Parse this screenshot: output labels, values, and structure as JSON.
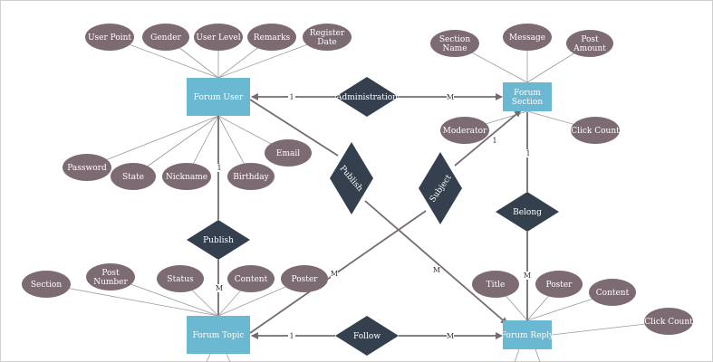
{
  "colors": {
    "entity": "#6bb8d2",
    "relationship": "#34404d",
    "attribute": "#7d6b74",
    "connector": "#9a9a9a",
    "relationship_line": "#756a72"
  },
  "entities": {
    "forum_user": [
      "Forum User"
    ],
    "forum_section": [
      "Forum",
      "Section"
    ],
    "forum_topic": [
      "Forum Topic"
    ],
    "forum_reply": [
      "Forum Reply"
    ]
  },
  "relationships": {
    "administration": "Administration",
    "publish_left": "Publish",
    "publish_diag": "Publish",
    "subject": "Subject",
    "belong": "Belong",
    "follow": "Follow"
  },
  "attributes": {
    "user_point": [
      "User Point"
    ],
    "gender": [
      "Gender"
    ],
    "user_level": [
      "User Level"
    ],
    "remarks": [
      "Remarks"
    ],
    "register_date": [
      "Register",
      "Date"
    ],
    "password": [
      "Password"
    ],
    "state": [
      "State"
    ],
    "nickname": [
      "Nickname"
    ],
    "birthday": [
      "Birthday"
    ],
    "email": [
      "Email"
    ],
    "section_name": [
      "Section",
      "Name"
    ],
    "message": [
      "Message"
    ],
    "post_amount": [
      "Post",
      "Amount"
    ],
    "moderator": [
      "Moderator"
    ],
    "click_count_section": [
      "Click Count"
    ],
    "section": [
      "Section"
    ],
    "post_number": [
      "Post",
      "Number"
    ],
    "status": [
      "Status"
    ],
    "content_topic": [
      "Content"
    ],
    "poster_topic": [
      "Poster"
    ],
    "title": [
      "Title"
    ],
    "poster_reply": [
      "Poster"
    ],
    "content_reply": [
      "Content"
    ],
    "click_count_reply": [
      "Click Count"
    ]
  },
  "cardinalities": {
    "admin_user": "1",
    "admin_section": "M",
    "publish_user": "1",
    "publish_topic": "M",
    "subject_section": "1",
    "subject_topic": "M",
    "belong_section": "1",
    "belong_reply": "M",
    "follow_topic": "1",
    "follow_reply": "M",
    "publish_reply": "M"
  }
}
